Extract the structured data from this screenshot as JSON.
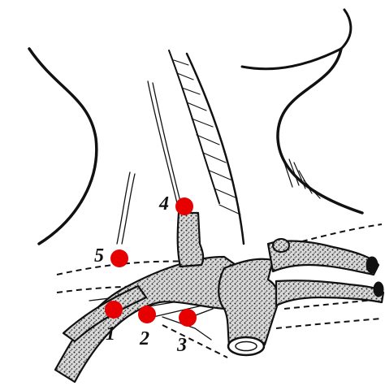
{
  "markers": [
    {
      "label": "1",
      "color": "#e60000"
    },
    {
      "label": "2",
      "color": "#e60000"
    },
    {
      "label": "3",
      "color": "#e60000"
    },
    {
      "label": "4",
      "color": "#e60000"
    },
    {
      "label": "5",
      "color": "#e60000"
    }
  ],
  "ink_color": "#111111",
  "background": "#ffffff"
}
